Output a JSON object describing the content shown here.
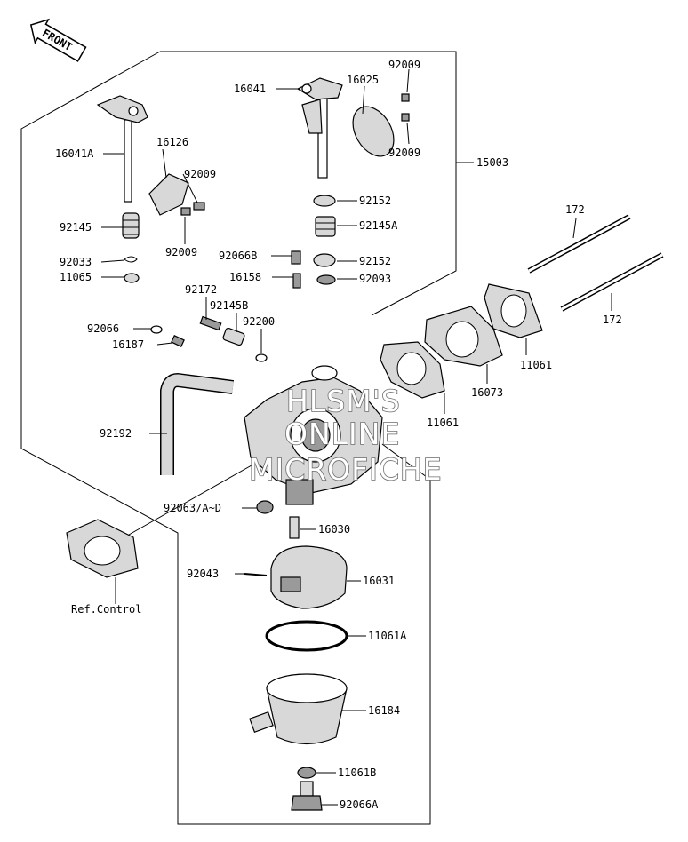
{
  "front_label": "FRONT",
  "callouts": {
    "c16041": "16041",
    "c16025": "16025",
    "c92009_top": "92009",
    "c92009_mid": "92009",
    "c16041A": "16041A",
    "c16126": "16126",
    "c92009_l1": "92009",
    "c92009_l2": "92009",
    "c15003": "15003",
    "c92152_a": "92152",
    "c92145A": "92145A",
    "c92145": "92145",
    "c92066B": "92066B",
    "c92152_b": "92152",
    "c92033": "92033",
    "c16158": "16158",
    "c92093": "92093",
    "c11065": "11065",
    "c172_top": "172",
    "c172_bot": "172",
    "c92172": "92172",
    "c92145B": "92145B",
    "c92200": "92200",
    "c92066": "92066",
    "c16187": "16187",
    "c11061_r": "11061",
    "c16073": "16073",
    "c11061_l": "11061",
    "c92192": "92192",
    "c92063": "92063/A~D",
    "c16030": "16030",
    "c92043": "92043",
    "c16031": "16031",
    "c11061A": "11061A",
    "c16184": "16184",
    "c11061B": "11061B",
    "c92066A": "92066A",
    "ref_control": "Ref.Control"
  },
  "watermark": {
    "line1": "HLSM'S",
    "line2": "ONLINE",
    "line3": "MICROFICHE"
  }
}
